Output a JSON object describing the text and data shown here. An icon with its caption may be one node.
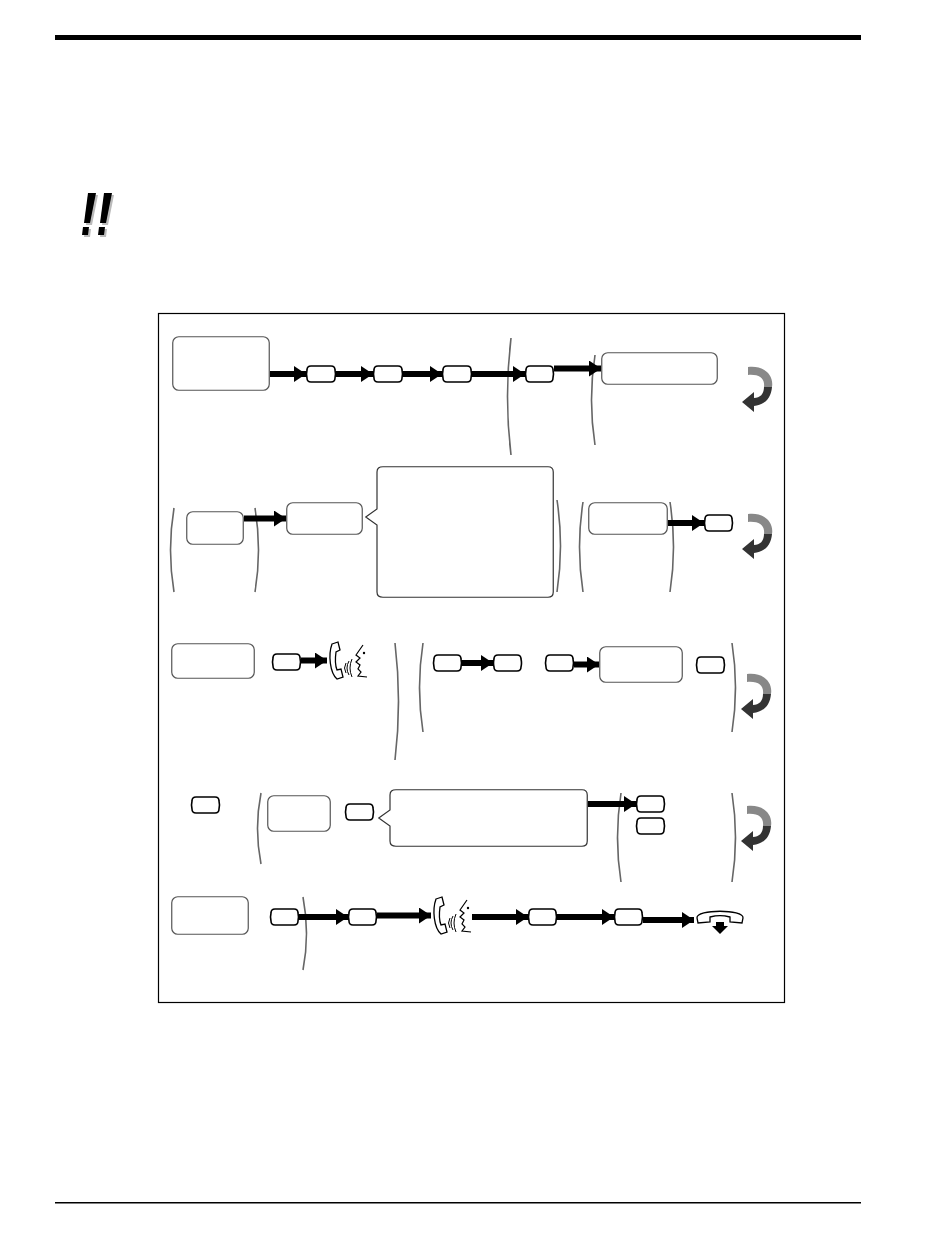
{
  "diagram": {
    "nodes": [
      {
        "text": [],
        "shape": "box"
      },
      {
        "text": [],
        "shape": "key"
      },
      {
        "text": [],
        "shape": "key"
      },
      {
        "text": [],
        "shape": "key"
      },
      {
        "text": [],
        "shape": "key"
      },
      {
        "text": [],
        "shape": "box"
      },
      {
        "text": [],
        "shape": "box"
      },
      {
        "text": [],
        "shape": "box"
      },
      {
        "text": [],
        "shape": "callout"
      },
      {
        "text": [],
        "shape": "box"
      },
      {
        "text": [],
        "shape": "key"
      },
      {
        "text": [],
        "shape": "box"
      },
      {
        "text": [],
        "shape": "key"
      },
      {
        "text": [],
        "shape": "picture"
      },
      {
        "text": [],
        "shape": "key"
      },
      {
        "text": [],
        "shape": "key"
      },
      {
        "text": [],
        "shape": "key"
      },
      {
        "text": [],
        "shape": "box"
      },
      {
        "text": [],
        "shape": "key"
      },
      {
        "text": [],
        "shape": "key"
      },
      {
        "text": [],
        "shape": "box"
      },
      {
        "text": [],
        "shape": "key"
      },
      {
        "text": [],
        "shape": "callout"
      },
      {
        "text": [],
        "shape": "key"
      },
      {
        "text": [],
        "shape": "key"
      },
      {
        "text": [],
        "shape": "box"
      },
      {
        "text": [],
        "shape": "key"
      },
      {
        "text": [],
        "shape": "key"
      },
      {
        "text": [],
        "shape": "picture"
      },
      {
        "text": [],
        "shape": "key"
      },
      {
        "text": [],
        "shape": "key"
      },
      {
        "text": [],
        "shape": "picture"
      }
    ],
    "edges": [
      {
        "from": 0,
        "to": 1,
        "arrow": "to"
      },
      {
        "from": 1,
        "to": 2,
        "arrow": "to"
      },
      {
        "from": 2,
        "to": 3,
        "arrow": "to"
      },
      {
        "from": 3,
        "to": 4,
        "arrow": "to"
      },
      {
        "from": 4,
        "to": 5,
        "arrow": "to"
      },
      {
        "from": 6,
        "to": 7,
        "arrow": "to"
      },
      {
        "from": 9,
        "to": 10,
        "arrow": "to"
      },
      {
        "from": 12,
        "to": 13,
        "arrow": "to"
      },
      {
        "from": 14,
        "to": 15,
        "arrow": "to"
      },
      {
        "from": 16,
        "to": 17,
        "arrow": "to"
      },
      {
        "from": 22,
        "to": 23,
        "arrow": "to"
      },
      {
        "from": 26,
        "to": 27,
        "arrow": "to"
      },
      {
        "from": 27,
        "to": 28,
        "arrow": "to"
      },
      {
        "from": 28,
        "to": 29,
        "arrow": "to"
      },
      {
        "from": 29,
        "to": 30,
        "arrow": "to"
      },
      {
        "from": 30,
        "to": 31,
        "arrow": "to"
      }
    ]
  }
}
